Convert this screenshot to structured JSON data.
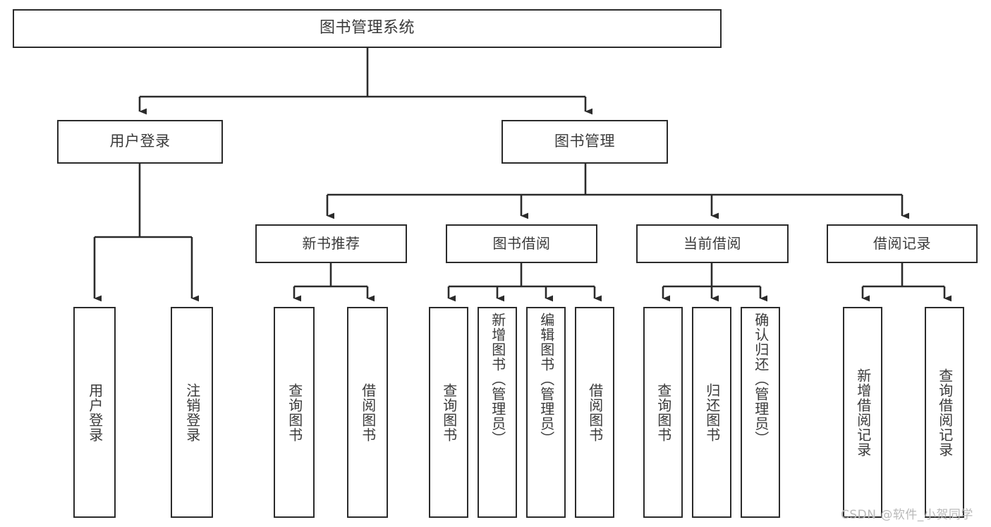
{
  "diagram": {
    "type": "tree-hierarchy",
    "title": "图书管理系统",
    "watermark": "CSDN @软件_小贺同学",
    "colors": {
      "box_border": "#2b2b2b",
      "box_fill": "#ffffff",
      "connector": "#2b2b2b",
      "text": "#3a3a3a",
      "watermark": "#b9b9b9",
      "background": "#ffffff"
    },
    "root": {
      "id": "root",
      "label": "图书管理系统"
    },
    "level1": [
      {
        "id": "user-login",
        "label": "用户登录"
      },
      {
        "id": "book-management",
        "label": "图书管理"
      }
    ],
    "level2": [
      {
        "id": "new-book-recommend",
        "label": "新书推荐",
        "parent": "book-management"
      },
      {
        "id": "book-borrow",
        "label": "图书借阅",
        "parent": "book-management"
      },
      {
        "id": "current-borrow",
        "label": "当前借阅",
        "parent": "book-management"
      },
      {
        "id": "borrow-record",
        "label": "借阅记录",
        "parent": "book-management"
      }
    ],
    "leaves": [
      {
        "id": "leaf-user-login",
        "label": "用户登录",
        "parent": "user-login"
      },
      {
        "id": "leaf-logout-login",
        "label": "注销登录",
        "parent": "user-login"
      },
      {
        "id": "leaf-query-book-recommend",
        "label": "查询图书",
        "parent": "new-book-recommend"
      },
      {
        "id": "leaf-borrow-book-recommend",
        "label": "借阅图书",
        "parent": "new-book-recommend"
      },
      {
        "id": "leaf-query-book-borrow",
        "label": "查询图书",
        "parent": "book-borrow"
      },
      {
        "id": "leaf-add-book",
        "label": "新增图书（管理员）",
        "parent": "book-borrow"
      },
      {
        "id": "leaf-edit-book",
        "label": "编辑图书（管理员）",
        "parent": "book-borrow"
      },
      {
        "id": "leaf-borrow-book",
        "label": "借阅图书",
        "parent": "book-borrow"
      },
      {
        "id": "leaf-query-book-current",
        "label": "查询图书",
        "parent": "current-borrow"
      },
      {
        "id": "leaf-return-book",
        "label": "归还图书",
        "parent": "current-borrow"
      },
      {
        "id": "leaf-confirm-return",
        "label": "确认归还（管理员）",
        "parent": "current-borrow"
      },
      {
        "id": "leaf-add-borrow-record",
        "label": "新增借阅记录",
        "parent": "borrow-record"
      },
      {
        "id": "leaf-query-borrow-record",
        "label": "查询借阅记录",
        "parent": "borrow-record"
      }
    ]
  }
}
